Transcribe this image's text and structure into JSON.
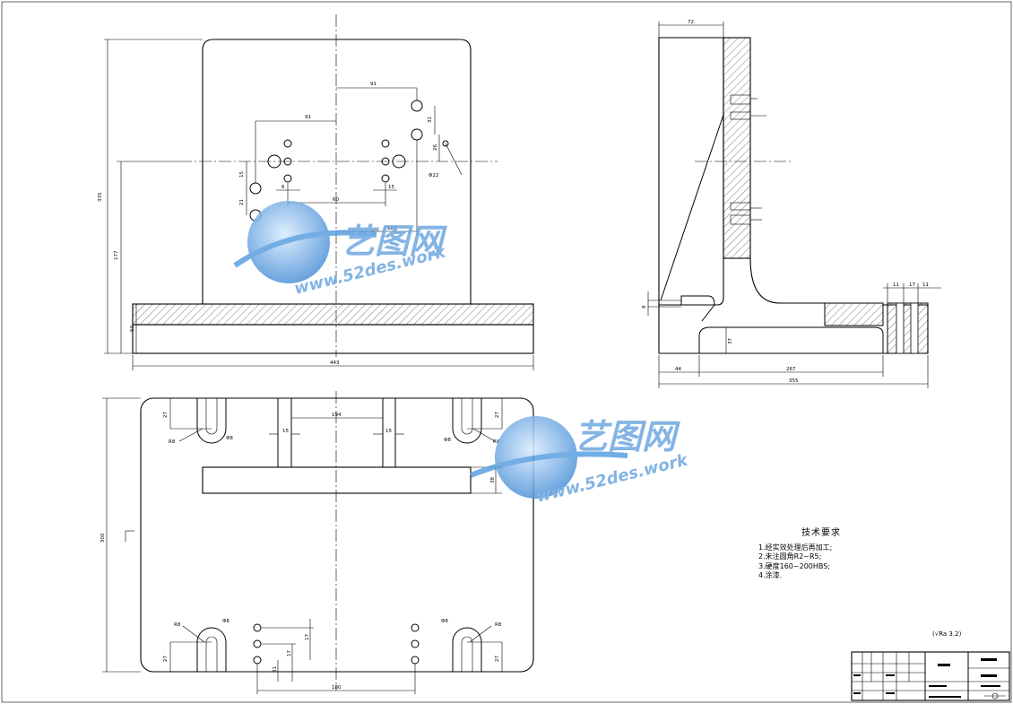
{
  "watermark": {
    "brand": "艺图网",
    "url": "www.52des.work",
    "color": "#6fa8e0"
  },
  "tech_notes": {
    "title": "技术要求",
    "items": [
      "1.经实效处理后再加工;",
      "2.未注圆角R2~R5;",
      "3.硬度160~200HBS;",
      "4.涂漆."
    ]
  },
  "roughness": {
    "value": "Ra 3.2"
  },
  "dims": {
    "front": {
      "overall_height": "335",
      "center_height": "177",
      "base_height": "50",
      "overall_width": "443",
      "d_91_top": "91",
      "d_91_left": "91",
      "d_31": "31",
      "d_26": "26",
      "d_15a": "15",
      "d_15b": "15",
      "d_21": "21",
      "d_60": "60",
      "d_120": "120",
      "d_phi22": "Φ22",
      "d_6": "6"
    },
    "side": {
      "top_depth": "72",
      "thickness": "8",
      "foot_offset": "37",
      "left_part": "44",
      "right_part": "267",
      "overall_depth": "355",
      "d_11a": "11",
      "d_17": "17",
      "d_11b": "11"
    },
    "plan": {
      "overall_depth": "300",
      "slot_offset_tl": "27",
      "slot_offset_tr": "27",
      "slot_offset_bl": "27",
      "slot_offset_br": "27",
      "rib_spacing": "194",
      "rib_w_left": "15",
      "rib_w_right": "15",
      "rib_h": "38",
      "r_tl": "R8",
      "r_tr": "R8",
      "r_bl": "R8",
      "r_br": "R8",
      "phi_tl": "Φ8",
      "phi_tr": "Φ8",
      "phi_bl": "Φ8",
      "phi_br": "Φ8",
      "hole_v1": "17",
      "hole_v2": "17",
      "hole_v3": "31",
      "hole_span": "180"
    }
  }
}
